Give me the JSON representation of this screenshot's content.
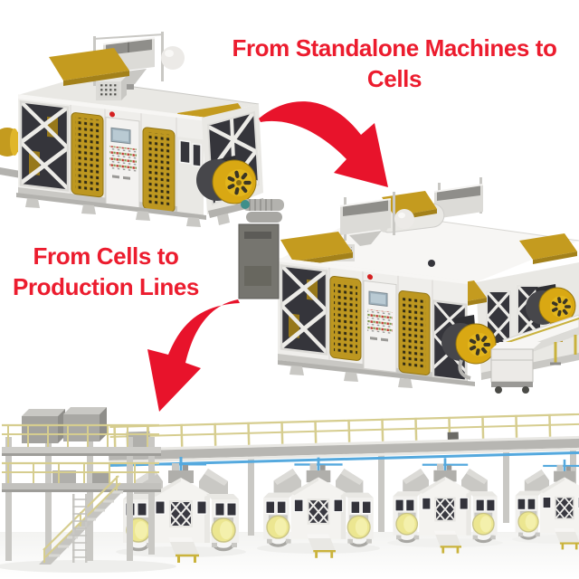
{
  "captions": {
    "standalone_to_cells": {
      "line1": "From Standalone Machines to",
      "line2": "Cells"
    },
    "cells_to_lines": {
      "line1": "From Cells to",
      "line2": "Production Lines"
    }
  },
  "colors": {
    "caption_red": "#ec1c2e",
    "arrow_red": "#e8132b",
    "machine_yellow": "#c49b1f",
    "drum_yellow": "#d9a813",
    "pale_yellow": "#ece690",
    "railing_yellow": "#d6cd8f",
    "pipe_blue": "#55a9de",
    "machine_body": "#f0efec",
    "panel_dark": "#35353b"
  },
  "scene": {
    "stages": [
      {
        "name": "standalone-machine"
      },
      {
        "name": "machine-cell"
      },
      {
        "name": "production-line",
        "machine_count": 4
      }
    ]
  }
}
